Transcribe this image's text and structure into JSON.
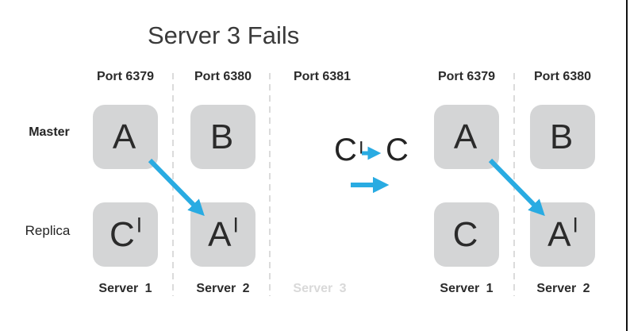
{
  "title": "Server 3 Fails",
  "colors": {
    "arrow_blue": "#29abe2",
    "node_fill": "#d4d5d6",
    "text_dark": "#2b2b2b",
    "failed_gray": "#d9d9d9"
  },
  "left_cluster": {
    "ports": [
      "Port 6379",
      "Port 6380",
      "Port 6381"
    ],
    "row_labels": {
      "master": "Master",
      "replica": "Replica"
    },
    "nodes": {
      "master_port6379": {
        "letter": "A",
        "prime": ""
      },
      "master_port6380": {
        "letter": "B",
        "prime": ""
      },
      "replica_port6379": {
        "letter": "C",
        "prime": "|"
      },
      "replica_port6380": {
        "letter": "A",
        "prime": "|"
      }
    },
    "servers": [
      "Server 1",
      "Server 2",
      "Server 3"
    ]
  },
  "transition": {
    "from": {
      "letter": "C",
      "prime": "|"
    },
    "to": {
      "letter": "C",
      "prime": ""
    }
  },
  "right_cluster": {
    "ports": [
      "Port 6379",
      "Port 6380"
    ],
    "nodes": {
      "master_port6379": {
        "letter": "A",
        "prime": ""
      },
      "master_port6380": {
        "letter": "B",
        "prime": ""
      },
      "replica_port6379": {
        "letter": "C",
        "prime": ""
      },
      "replica_port6380": {
        "letter": "A",
        "prime": "|"
      }
    },
    "servers": [
      "Server 1",
      "Server 2"
    ]
  }
}
